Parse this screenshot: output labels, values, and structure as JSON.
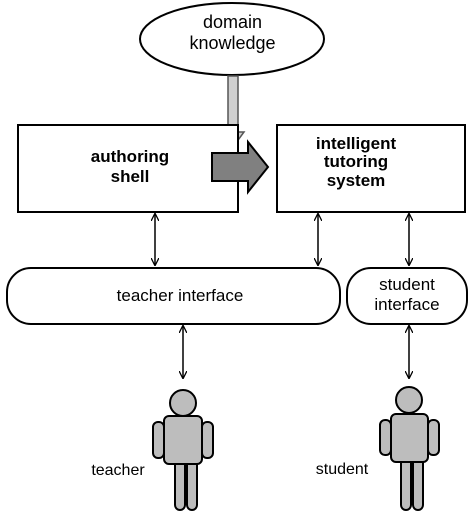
{
  "nodes": {
    "domain_knowledge": [
      "domain",
      "knowledge"
    ],
    "authoring_shell": [
      "authoring",
      "shell"
    ],
    "intelligent_tutoring_system": [
      "intelligent",
      "tutoring",
      "system"
    ],
    "teacher_interface": "teacher interface",
    "student_interface": [
      "student",
      "interface"
    ]
  },
  "actors": {
    "teacher": "teacher",
    "student": "student"
  },
  "colors": {
    "stroke": "#000000",
    "figure_fill": "#bdbdbd",
    "input_arrow_fill": "#d0d0d0",
    "output_arrow_fill": "#808080"
  }
}
